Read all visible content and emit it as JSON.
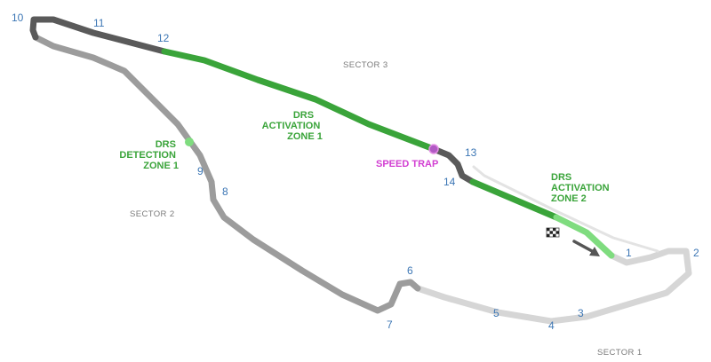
{
  "map": {
    "turns": {
      "t1": "1",
      "t2": "2",
      "t3": "3",
      "t4": "4",
      "t5": "5",
      "t6": "6",
      "t7": "7",
      "t8": "8",
      "t9": "9",
      "t10": "10",
      "t11": "11",
      "t12": "12",
      "t13": "13",
      "t14": "14"
    },
    "sectors": {
      "s1": "SECTOR 1",
      "s2": "SECTOR 2",
      "s3": "SECTOR 3"
    },
    "drs_detection_zone_1": [
      "DRS",
      "DETECTION",
      "ZONE 1"
    ],
    "drs_activation_zone_1": [
      "DRS",
      "ACTIVATION",
      "ZONE 1"
    ],
    "drs_activation_zone_2": [
      "DRS",
      "ACTIVATION",
      "ZONE 2"
    ],
    "speed_trap": "SPEED TRAP",
    "colors": {
      "sector1": "#d6d6d6",
      "sector2": "#9c9c9c",
      "sector3": "#5a5a5a",
      "drs_zone": "#3aa43a",
      "drs_light": "#7fdc7f",
      "turn_number": "#3d77b5",
      "speed_trap": "#d23fd2"
    },
    "icons": [
      "start-finish-flag-icon",
      "direction-arrow-icon"
    ]
  }
}
